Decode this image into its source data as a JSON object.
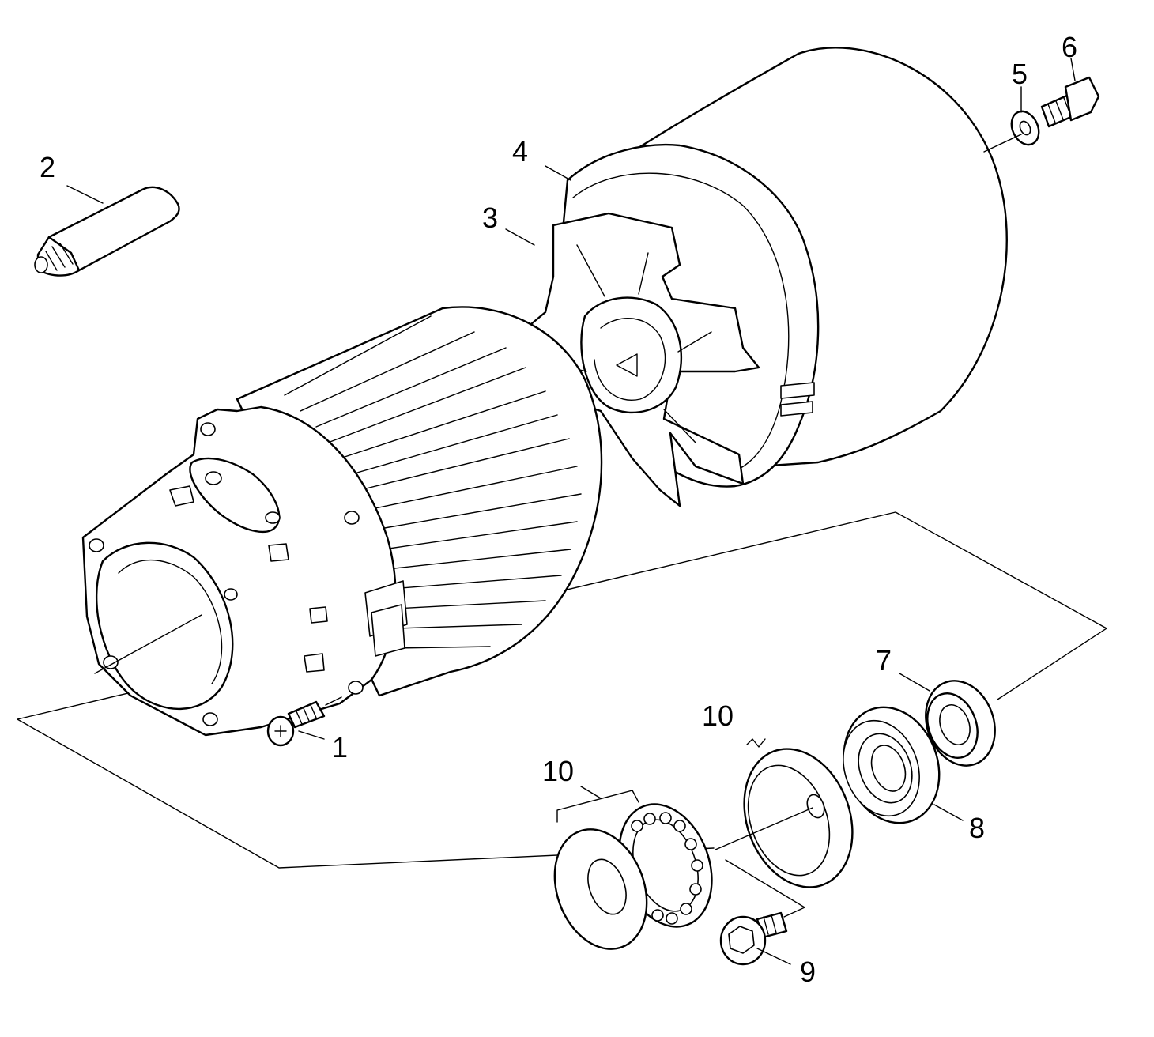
{
  "callouts": {
    "c1": "1",
    "c2": "2",
    "c3": "3",
    "c4": "4",
    "c5": "5",
    "c6": "6",
    "c7": "7",
    "c8": "8",
    "c9": "9",
    "c10a": "10",
    "c10b": "10"
  },
  "parts": [
    {
      "callout": "1",
      "icon": "screw-icon"
    },
    {
      "callout": "2",
      "icon": "grease-tube-icon"
    },
    {
      "callout": "3",
      "icon": "fan-icon"
    },
    {
      "callout": "4",
      "icon": "fan-cover-icon"
    },
    {
      "callout": "5",
      "icon": "washer-icon"
    },
    {
      "callout": "6",
      "icon": "bolt-icon"
    },
    {
      "callout": "7",
      "icon": "shaft-seal-icon"
    },
    {
      "callout": "8",
      "icon": "ball-bearing-icon"
    },
    {
      "callout": "9",
      "icon": "flange-bolt-icon"
    },
    {
      "callout": "10",
      "icon": "thrust-bearing-icon"
    }
  ],
  "colors": {
    "line": "#000000",
    "background": "#ffffff"
  }
}
